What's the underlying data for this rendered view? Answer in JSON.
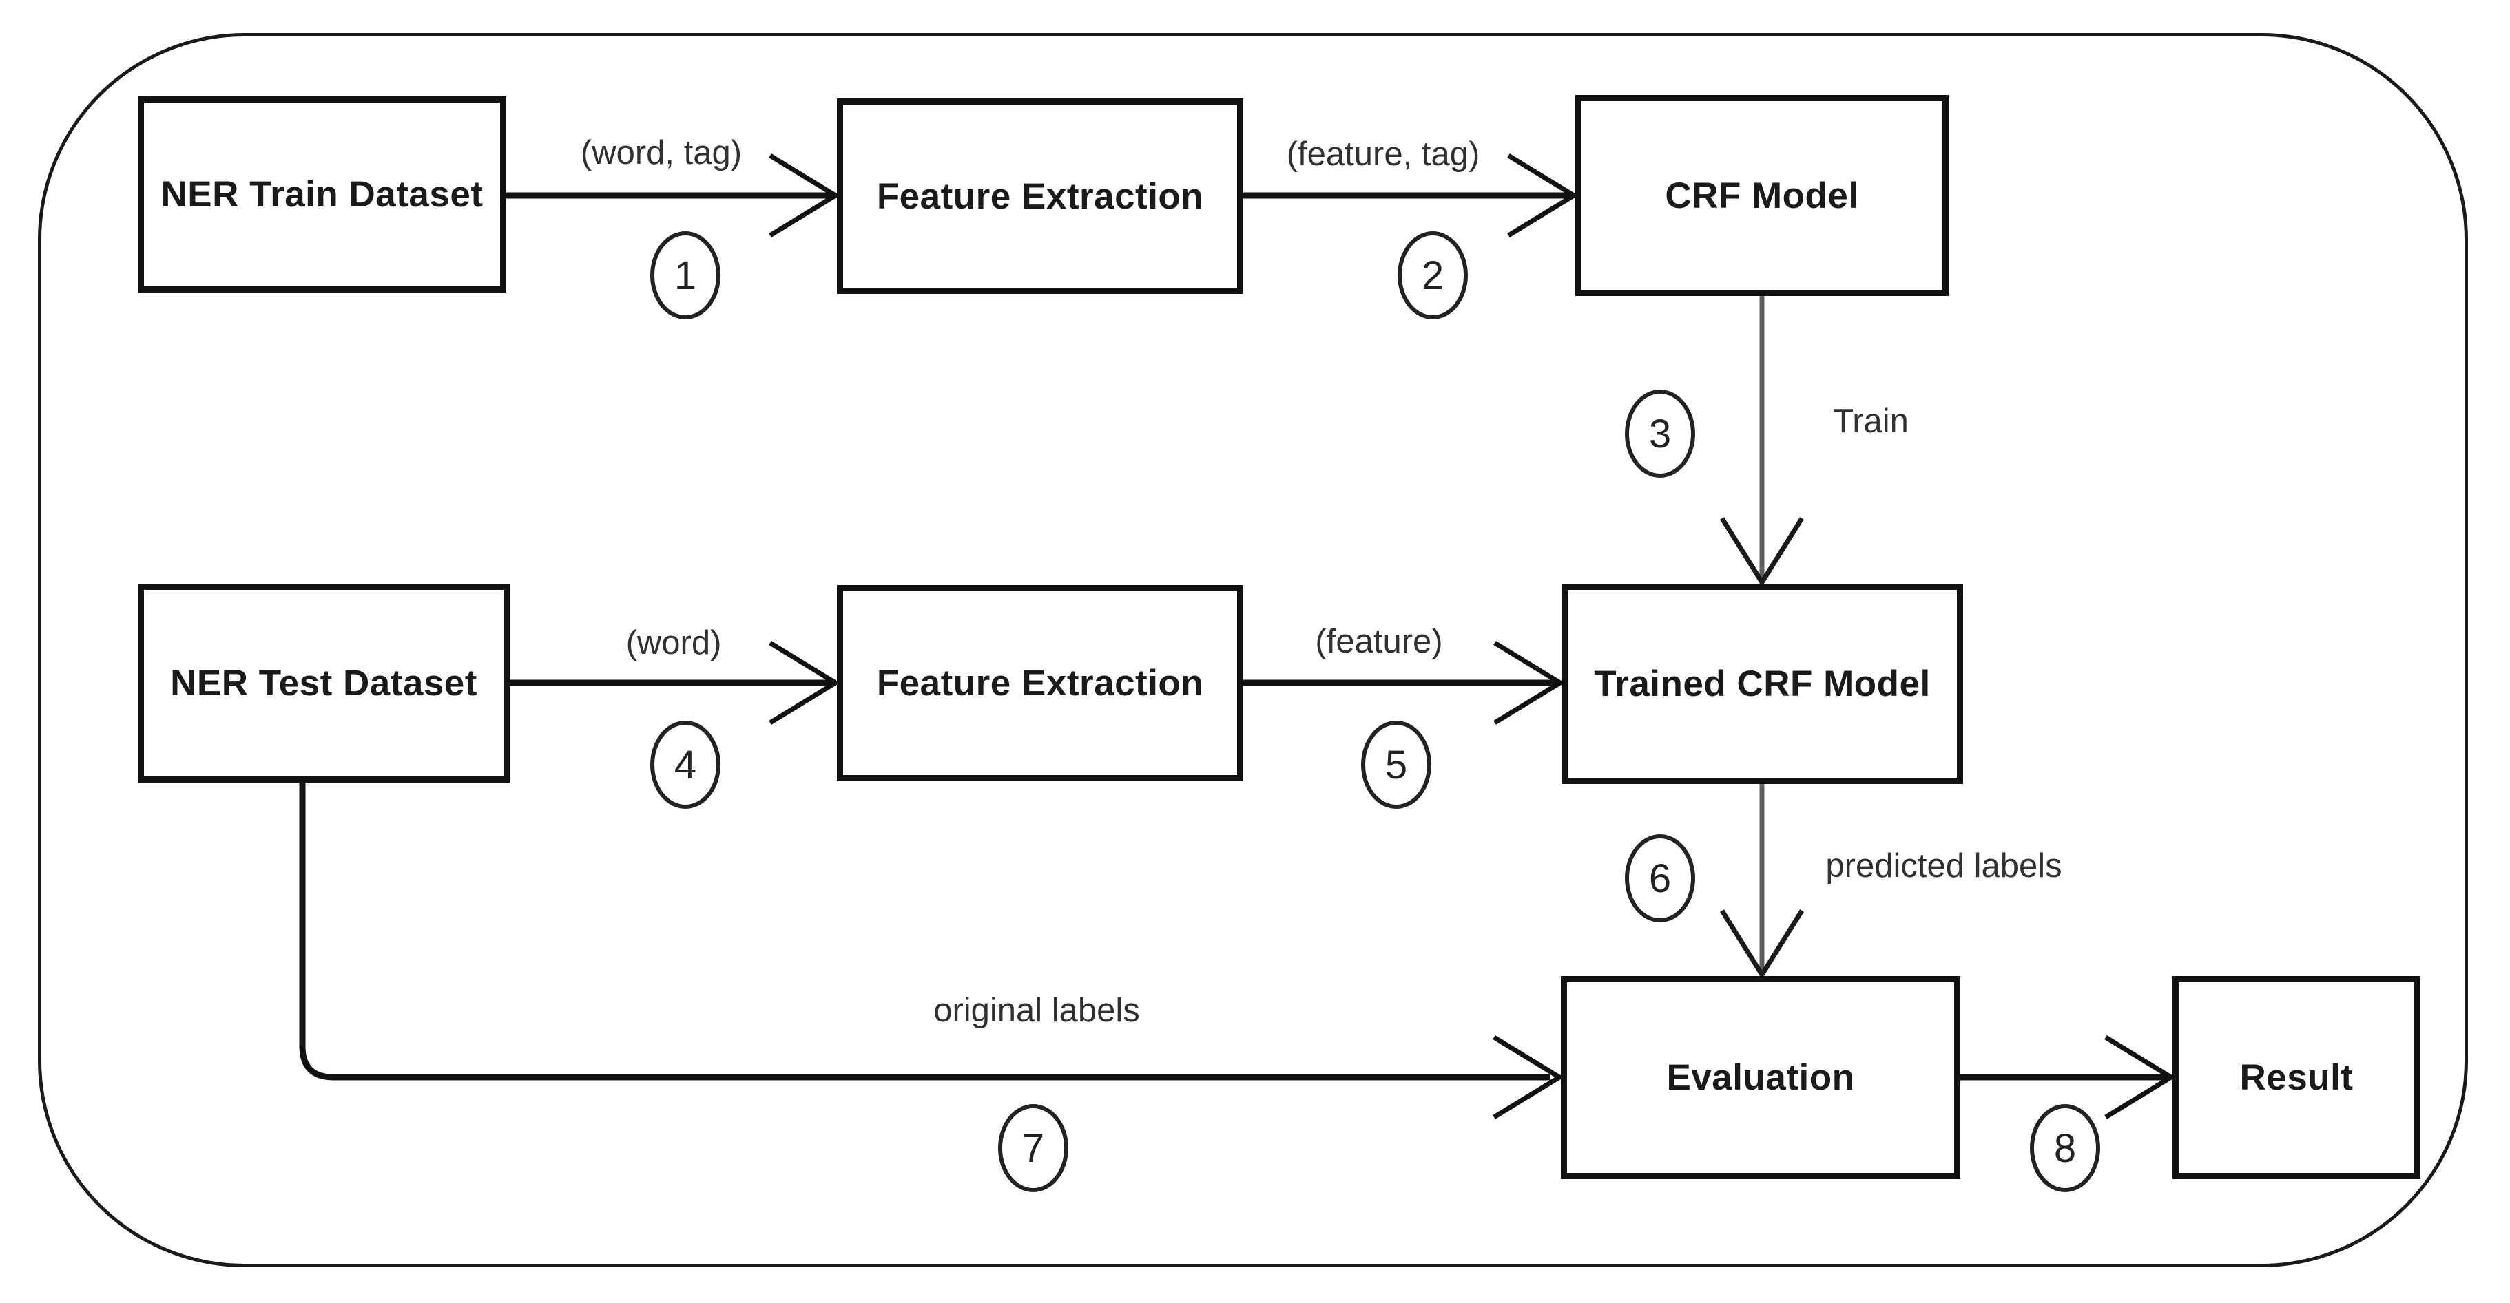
{
  "diagram": {
    "background": "#ffffff",
    "stroke_color": "#1a1a1a",
    "connector_gray": "#5e5e5e",
    "nodes": [
      {
        "id": "ner-train-dataset",
        "label": "NER Train Dataset"
      },
      {
        "id": "feature-extraction-train",
        "label": "Feature Extraction"
      },
      {
        "id": "crf-model",
        "label": "CRF Model"
      },
      {
        "id": "ner-test-dataset",
        "label": "NER Test Dataset"
      },
      {
        "id": "feature-extraction-test",
        "label": "Feature Extraction"
      },
      {
        "id": "trained-crf-model",
        "label": "Trained CRF Model"
      },
      {
        "id": "evaluation",
        "label": "Evaluation"
      },
      {
        "id": "result",
        "label": "Result"
      }
    ],
    "edges": [
      {
        "step": "1",
        "label": "(word, tag)",
        "from": "ner-train-dataset",
        "to": "feature-extraction-train"
      },
      {
        "step": "2",
        "label": "(feature, tag)",
        "from": "feature-extraction-train",
        "to": "crf-model"
      },
      {
        "step": "3",
        "label": "Train",
        "from": "crf-model",
        "to": "trained-crf-model"
      },
      {
        "step": "4",
        "label": "(word)",
        "from": "ner-test-dataset",
        "to": "feature-extraction-test"
      },
      {
        "step": "5",
        "label": "(feature)",
        "from": "feature-extraction-test",
        "to": "trained-crf-model"
      },
      {
        "step": "6",
        "label": "predicted labels",
        "from": "trained-crf-model",
        "to": "evaluation"
      },
      {
        "step": "7",
        "label": "original labels",
        "from": "ner-test-dataset",
        "to": "evaluation"
      },
      {
        "step": "8",
        "label": "",
        "from": "evaluation",
        "to": "result"
      }
    ]
  }
}
